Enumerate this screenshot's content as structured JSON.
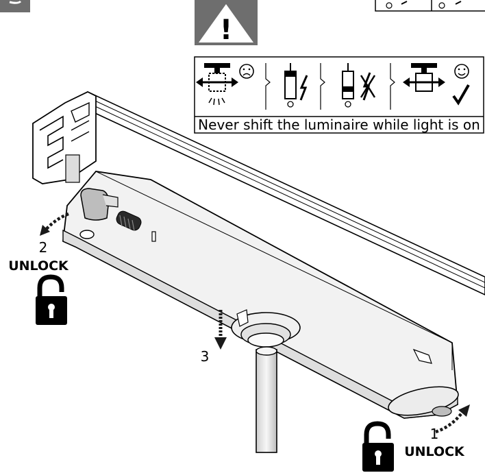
{
  "warning": {
    "caption": "Never shift the luminaire while light is on",
    "symbol": "!"
  },
  "steps": [
    {
      "number": "1",
      "action": "UNLOCK"
    },
    {
      "number": "2",
      "action": "UNLOCK"
    },
    {
      "number": "3",
      "action": ""
    }
  ],
  "icons": {
    "warning": "exclamation-triangle-icon",
    "sequence": [
      "shift-luminaire-light-on-icon",
      "sad-face-icon",
      "switch-on-lightning-icon",
      "switch-off-no-lightning-icon",
      "shift-luminaire-light-off-icon",
      "smiley-face-icon",
      "check-icon"
    ],
    "lock": "open-padlock-icon"
  },
  "colors": {
    "warning_panel": "#6e6e6e",
    "product_body": "#f2f2f2",
    "outline": "#000000",
    "arrow": "#1a1a1a"
  }
}
